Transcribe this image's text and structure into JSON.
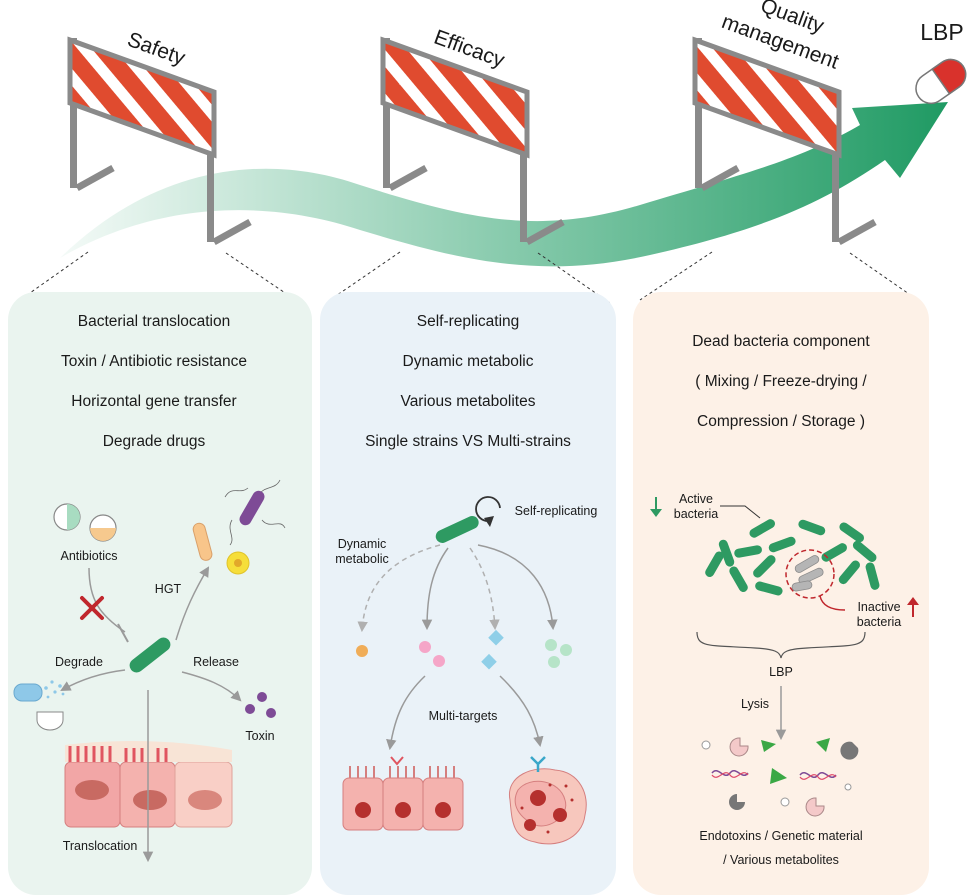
{
  "barriers": [
    {
      "label": "Safety"
    },
    {
      "label": "Efficacy"
    },
    {
      "label_line1": "Quality",
      "label_line2": "management"
    }
  ],
  "endpoint": {
    "label": "LBP"
  },
  "panels": {
    "safety": {
      "lines": [
        "Bacterial translocation",
        "Toxin / Antibiotic resistance",
        "Horizontal gene transfer",
        "Degrade drugs"
      ],
      "labels": {
        "antibiotics": "Antibiotics",
        "hgt": "HGT",
        "degrade": "Degrade",
        "release": "Release",
        "toxin": "Toxin",
        "translocation": "Translocation"
      }
    },
    "efficacy": {
      "lines": [
        "Self-replicating",
        "Dynamic metabolic",
        "Various metabolites",
        "Single strains VS Multi-strains"
      ],
      "labels": {
        "self_replicating": "Self-replicating",
        "dynamic_line1": "Dynamic",
        "dynamic_line2": "metabolic",
        "multi_targets": "Multi-targets"
      }
    },
    "quality": {
      "lines": [
        "Dead bacteria component",
        "( Mixing / Freeze-drying /",
        "Compression / Storage )"
      ],
      "labels": {
        "active_line1": "Active",
        "active_line2": "bacteria",
        "inactive_line1": "Inactive",
        "inactive_line2": "bacteria",
        "lbp": "LBP",
        "lysis": "Lysis",
        "bottom_line1": "Endotoxins / Genetic material",
        "bottom_line2": "/ Various metabolites"
      }
    }
  },
  "colors": {
    "barrier_red": "#e04b2f",
    "barrier_post": "#8a8a8a",
    "arrow_green": "#27a06a",
    "safety_bg": "#eaf4ef",
    "efficacy_bg": "#eaf2f8",
    "quality_bg": "#fdf1e7",
    "bacteria_green": "#2e9a62"
  }
}
